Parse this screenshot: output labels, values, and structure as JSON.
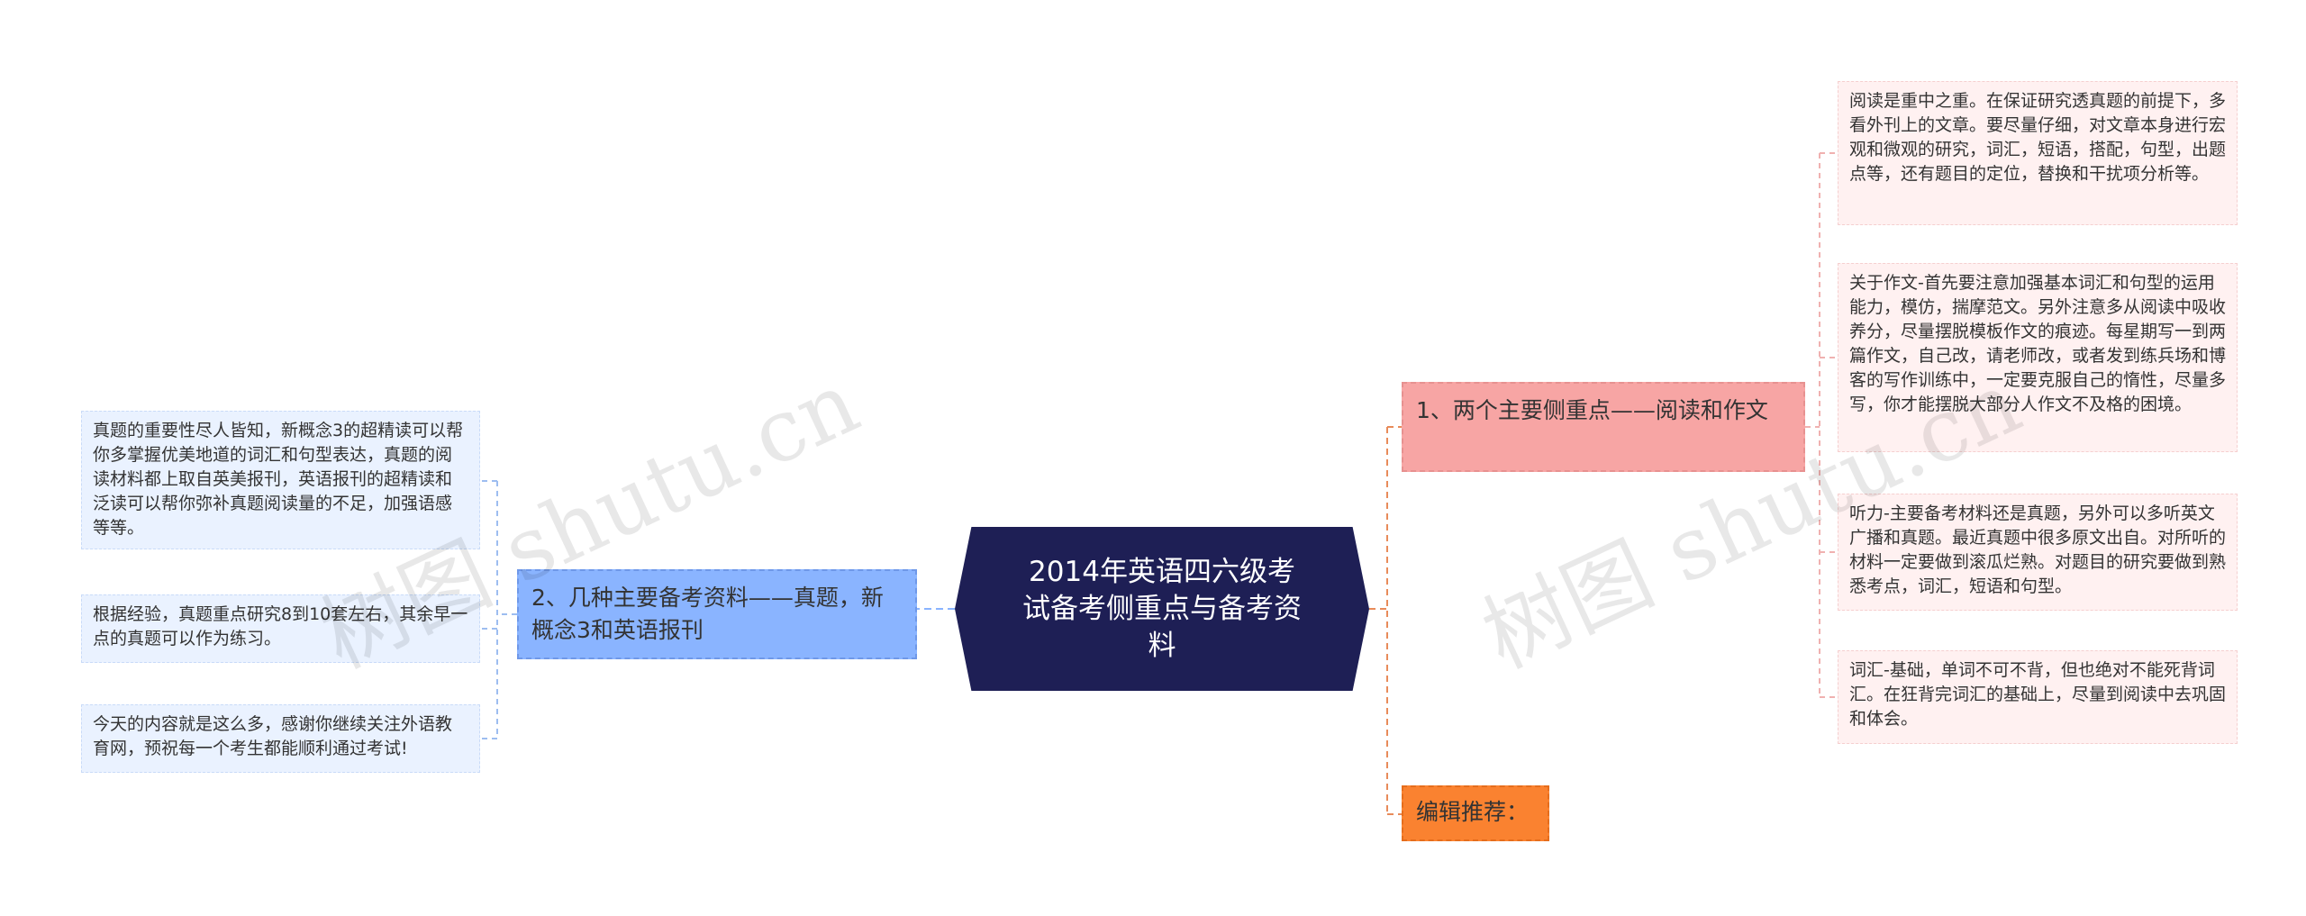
{
  "center": {
    "title": "2014年英语四六级考试备考侧重点与备考资料"
  },
  "left_branch": {
    "label": "2、几种主要备考资料——真题，新概念3和英语报刊",
    "leaves": [
      "真题的重要性尽人皆知，新概念3的超精读可以帮你多掌握优美地道的词汇和句型表达，真题的阅读材料都上取自英美报刊，英语报刊的超精读和泛读可以帮你弥补真题阅读量的不足，加强语感等等。",
      "根据经验，真题重点研究8到10套左右，其余早一点的真题可以作为练习。",
      "今天的内容就是这么多，感谢你继续关注外语教育网，预祝每一个考生都能顺利通过考试!"
    ]
  },
  "right_branch": {
    "label": "1、两个主要侧重点——阅读和作文",
    "leaves": [
      "阅读是重中之重。在保证研究透真题的前提下，多看外刊上的文章。要尽量仔细，对文章本身进行宏观和微观的研究，词汇，短语，搭配，句型，出题点等，还有题目的定位，替换和干扰项分析等。",
      "关于作文-首先要注意加强基本词汇和句型的运用能力，模仿，揣摩范文。另外注意多从阅读中吸收养分，尽量摆脱模板作文的痕迹。每星期写一到两篇作文，自己改，请老师改，或者发到练兵场和博客的写作训练中，一定要克服自己的惰性，尽量多写，你才能摆脱大部分人作文不及格的困境。",
      "听力-主要备考材料还是真题，另外可以多听英文广播和真题。最近真题中很多原文出自。对所听的材料一定要做到滚瓜烂熟。对题目的研究要做到熟悉考点，词汇，短语和句型。",
      "词汇-基础，单词不可不背，但也绝对不能死背词汇。在狂背完词汇的基础上，尽量到阅读中去巩固和体会。"
    ]
  },
  "recommend_branch": {
    "label": "编辑推荐："
  },
  "watermark": "树图 shutu.cn",
  "colors": {
    "center_bg": "#1e1f55",
    "left_branch_bg": "#8ab4ff",
    "right_branch_bg": "#f7a5a4",
    "recommend_bg": "#fa8230",
    "left_leaf_bg": "#eaf2ff",
    "right_leaf_bg": "#fff1f1"
  }
}
